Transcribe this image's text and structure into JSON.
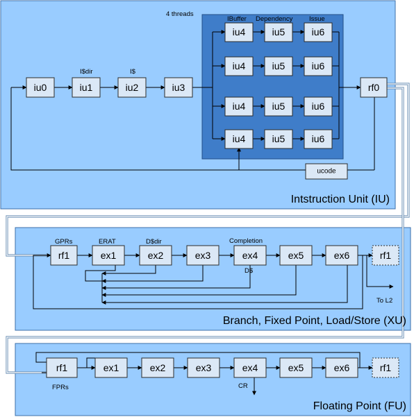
{
  "iu": {
    "title": "Intstruction Unit (IU)",
    "threads_label": "4 threads",
    "col_labels": [
      "IBuffer",
      "Dependency",
      "Issue"
    ],
    "stage_labels": {
      "iu1": "I$dir",
      "iu2": "I$"
    },
    "front_stages": [
      "iu0",
      "iu1",
      "iu2",
      "iu3"
    ],
    "thread_stages": [
      "iu4",
      "iu5",
      "iu6"
    ],
    "rf0": "rf0",
    "ucode": "ucode"
  },
  "xu": {
    "title": "Branch, Fixed Point, Load/Store (XU)",
    "stages": [
      "rf1",
      "ex1",
      "ex2",
      "ex3",
      "ex4",
      "ex5",
      "ex6"
    ],
    "wb": "rf1",
    "labels": {
      "gprs": "GPRs",
      "erat": "ERAT",
      "ddir": "D$dir",
      "completion": "Completion",
      "dcache": "D$",
      "tol2": "To L2"
    }
  },
  "fu": {
    "title": "Floating Point (FU)",
    "stages": [
      "rf1",
      "ex1",
      "ex2",
      "ex3",
      "ex4",
      "ex5",
      "ex6"
    ],
    "wb": "rf1",
    "labels": {
      "fprs": "FPRs",
      "cr": "CR"
    }
  }
}
